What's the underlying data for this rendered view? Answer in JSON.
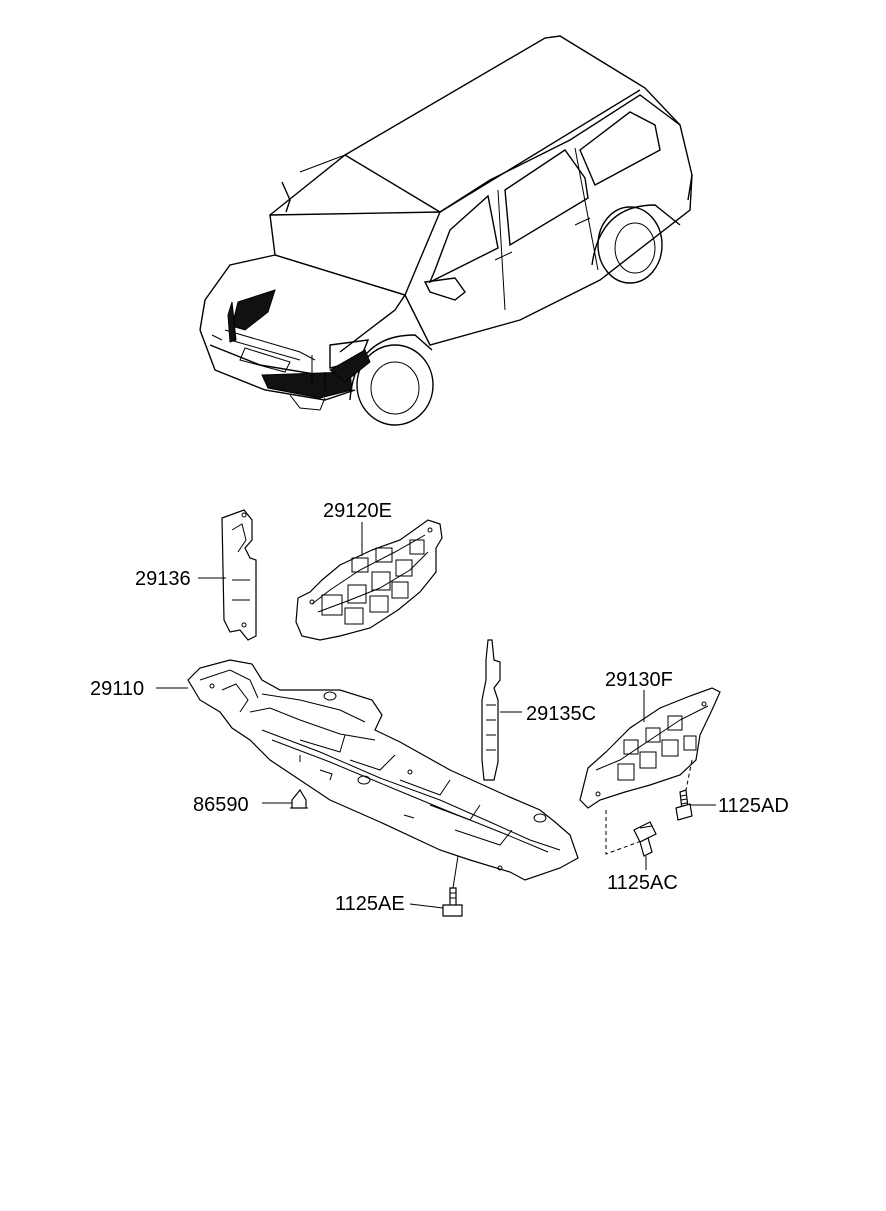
{
  "labels": {
    "p29136": "29136",
    "p29120E": "29120E",
    "p29110": "29110",
    "p29130F": "29130F",
    "p29135C": "29135C",
    "p86590": "86590",
    "p1125AD": "1125AD",
    "p1125AC": "1125AC",
    "p1125AE": "1125AE"
  },
  "colors": {
    "line": "#000000",
    "background": "#ffffff",
    "highlight": "#111111"
  }
}
